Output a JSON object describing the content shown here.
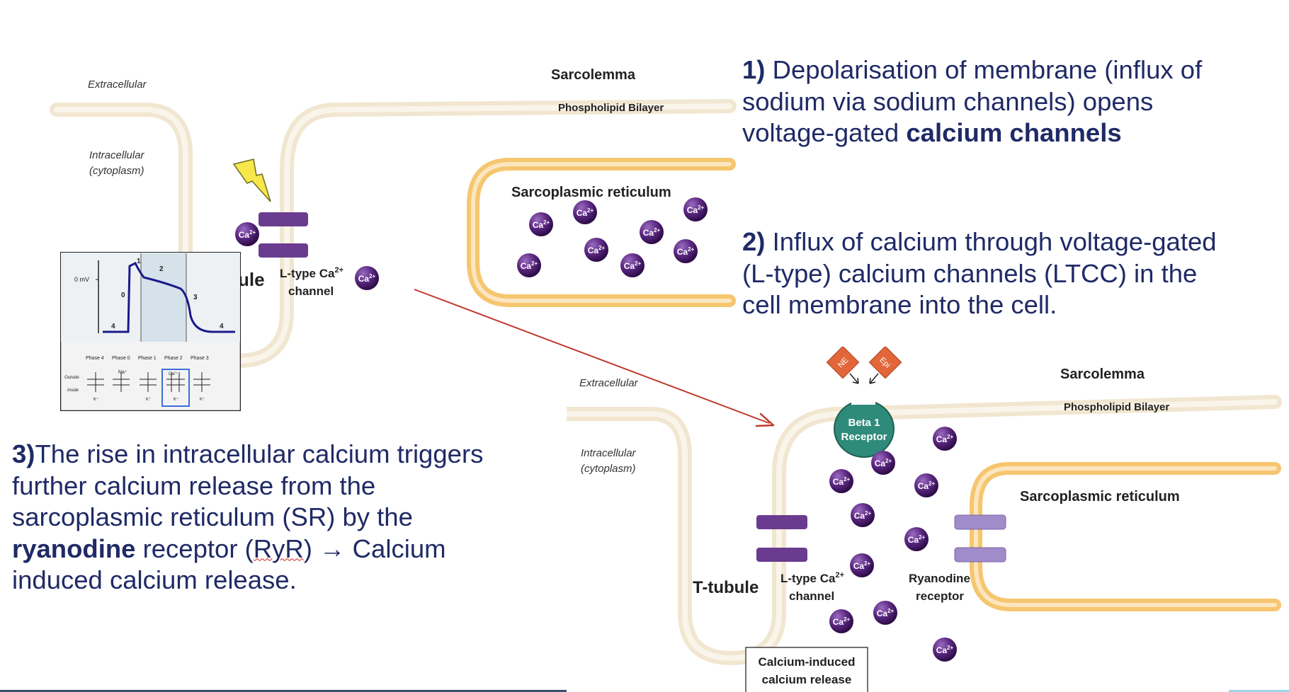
{
  "steps": [
    {
      "num": "1)",
      "pre": " Depolarisation of membrane (influx of sodium via sodium channels) opens voltage-gated ",
      "bold": "calcium channels"
    },
    {
      "num": "2)",
      "text": " Influx of calcium through voltage-gated (L-type) calcium channels (LTCC) in the cell membrane into the cell."
    },
    {
      "num": "3)",
      "pre": "The rise in intracellular calcium triggers further calcium release from the sarcoplasmic reticulum (SR) by the ",
      "bold": "ryanodine",
      "mid": " receptor (",
      "ryr": "RyR",
      "post": ") → Calcium induced calcium release."
    }
  ],
  "top_diagram": {
    "extracellular": "Extracellular",
    "intracellular_1": "Intracellular",
    "intracellular_2": "(cytoplasm)",
    "sarcolemma": "Sarcolemma",
    "bilayer": "Phospholipid Bilayer",
    "sr": "Sarcoplasmic reticulum",
    "ltype_1": "L-type Ca",
    "ltype_sup": "2+",
    "ltype_2": "channel",
    "ttubule_partial": "ule",
    "ion_label": "Ca",
    "ion_sup": "2+"
  },
  "action_potential": {
    "zero_mv": "0 mV",
    "phase_numbers": [
      "1",
      "2",
      "0",
      "3",
      "4",
      "4"
    ],
    "phase_labels": [
      "Phase 4",
      "Phase 0",
      "Phase 1",
      "Phase 2",
      "Phase 3"
    ],
    "outside": "Outside",
    "inside": "Inside",
    "na": "Na⁺",
    "ca": "Ca²⁺",
    "k_labels": [
      "K⁺",
      "K⁺",
      "K⁺",
      "K⁺"
    ]
  },
  "bottom_diagram": {
    "extracellular": "Extracellular",
    "intracellular_1": "Intracellular",
    "intracellular_2": "(cytoplasm)",
    "sarcolemma": "Sarcolemma",
    "bilayer": "Phospholipid Bilayer",
    "sr": "Sarcoplasmic reticulum",
    "beta_1": "Beta 1",
    "beta_2": "Receptor",
    "ne": "NE",
    "epi": "Epi",
    "ttubule": "T-tubule",
    "ltype_1": "L-type Ca",
    "ltype_sup": "2+",
    "ltype_2": "channel",
    "ryanodine_1": "Ryanodine",
    "ryanodine_2": "receptor",
    "cicr_1": "Calcium-induced",
    "cicr_2": "calcium release"
  },
  "colors": {
    "text_navy": "#1f2a66",
    "membrane": "#f4ead8",
    "sr_border": "#f7c97a",
    "channel": "#6a3b8f",
    "ion": "#4a1a6e",
    "receptor": "#2e8b7a",
    "arrow": "#c0392b",
    "ne": "#e2663a",
    "epi": "#e2663a"
  }
}
